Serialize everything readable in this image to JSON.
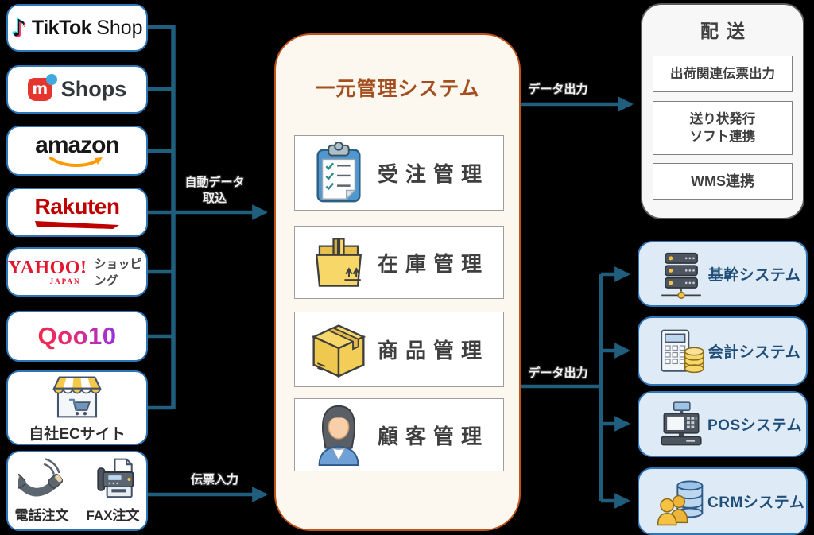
{
  "diagram": {
    "sources": {
      "tiktok": {
        "brand": "TikTok",
        "suffix": "Shop"
      },
      "mercari": {
        "icon_letter": "m",
        "brand": "Shops"
      },
      "amazon": {
        "brand": "amazon"
      },
      "rakuten": {
        "brand": "Rakuten"
      },
      "yahoo": {
        "brand": "YAHOO!",
        "sub": "JAPAN",
        "suffix": "ショッピング"
      },
      "qoo10": {
        "brand": "Qoo10"
      },
      "own_ec": {
        "label": "自社ECサイト"
      },
      "offline": {
        "phone_label": "電話注文",
        "fax_label": "FAX注文"
      }
    },
    "center": {
      "title": "一元管理システム",
      "modules": [
        {
          "label": "受注管理",
          "icon": "clipboard-icon"
        },
        {
          "label": "在庫管理",
          "icon": "open-box-icon"
        },
        {
          "label": "商品管理",
          "icon": "closed-box-icon"
        },
        {
          "label": "顧客管理",
          "icon": "person-icon"
        }
      ]
    },
    "delivery": {
      "title": "配送",
      "items": [
        {
          "line1": "出荷関連伝票出力",
          "line2": ""
        },
        {
          "line1": "送り状発行",
          "line2": "ソフト連携"
        },
        {
          "line1": "WMS連携",
          "line2": ""
        }
      ]
    },
    "systems": [
      {
        "label": "基幹システム",
        "icon": "server-icon"
      },
      {
        "label": "会計システム",
        "icon": "calculator-coins-icon"
      },
      {
        "label": "POSシステム",
        "icon": "pos-terminal-icon"
      },
      {
        "label": "CRMシステム",
        "icon": "crm-database-icon"
      }
    ],
    "arrows": {
      "auto_import_line1": "自動データ",
      "auto_import_line2": "取込",
      "slip_input": "伝票入力",
      "output_top": "データ出力",
      "output_right": "データ出力"
    },
    "colors": {
      "connector": "#205E7E",
      "source_border": "#2E75B6",
      "center_border": "#C0531B",
      "center_title": "#A34E1F",
      "system_fill": "#DEEBF6",
      "system_text": "#1F4E79",
      "amazon_smile": "#FF9900",
      "rakuten_red": "#BF0000",
      "yahoo_red": "#E2172E",
      "mercari_red": "#E5362E",
      "tiktok_cyan": "#25F4EE",
      "tiktok_pink": "#FE2C55"
    }
  }
}
